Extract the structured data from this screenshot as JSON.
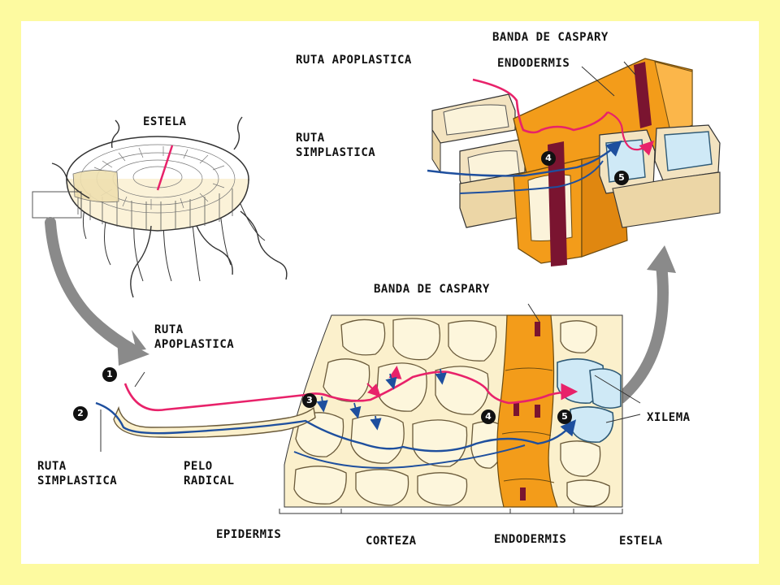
{
  "labels": {
    "estela_top": "ESTELA",
    "ruta_apoplastica_top": "RUTA APOPLASTICA",
    "ruta_simplastica_top_line1": "RUTA",
    "ruta_simplastica_top_line2": "SIMPLASTICA",
    "banda_caspary_top": "BANDA DE CASPARY",
    "endodermis_top": "ENDODERMIS",
    "ruta_apoplastica_mid_line1": "RUTA",
    "ruta_apoplastica_mid_line2": "APOPLASTICA",
    "banda_caspary_mid": "BANDA DE CASPARY",
    "xilema": "XILEMA",
    "ruta_simplastica_bottom_line1": "RUTA",
    "ruta_simplastica_bottom_line2": "SIMPLASTICA",
    "pelo_radical_line1": "PELO",
    "pelo_radical_line2": "RADICAL",
    "epidermis": "EPIDERMIS",
    "corteza": "CORTEZA",
    "endodermis_bottom": "ENDODERMIS",
    "estela_bottom": "ESTELA"
  },
  "markers": [
    "1",
    "2",
    "3",
    "4",
    "5",
    "4",
    "5"
  ],
  "colors": {
    "apoplastic_path": "#e8226a",
    "symplastic_path": "#1e4f9e",
    "endodermis": "#f39c1a",
    "caspary_band": "#7a1430",
    "cell_fill": "#fbf0cc",
    "xylem": "#cfe9f6",
    "page_background": "#fdfaa0",
    "arrow": "#8a8a8a"
  }
}
